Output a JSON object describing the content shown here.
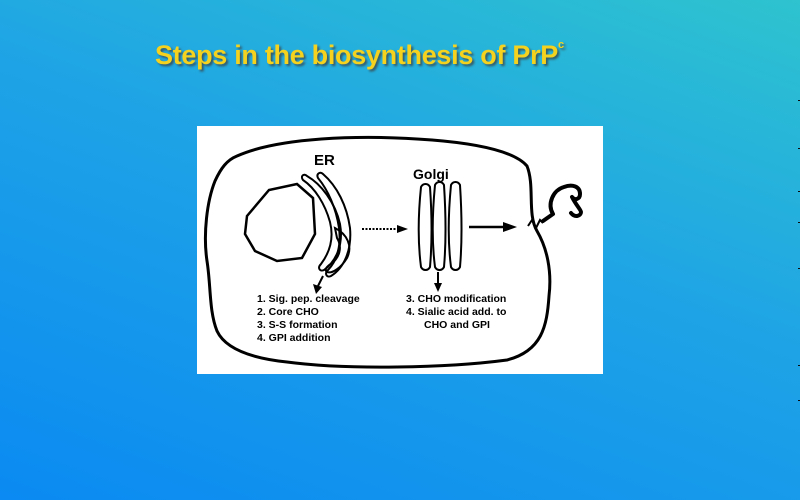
{
  "slide": {
    "title": "Steps in the biosynthesis of PrP",
    "title_superscript": "c",
    "title_color": "#f4d21e"
  },
  "diagram": {
    "er_label": "ER",
    "golgi_label": "Golgi",
    "er_steps": [
      "1. Sig. pep. cleavage",
      "2. Core CHO",
      "3. S-S formation",
      "4. GPI addition"
    ],
    "golgi_steps": [
      "3. CHO modification",
      "4. Sialic acid add. to",
      "CHO and GPI"
    ]
  }
}
